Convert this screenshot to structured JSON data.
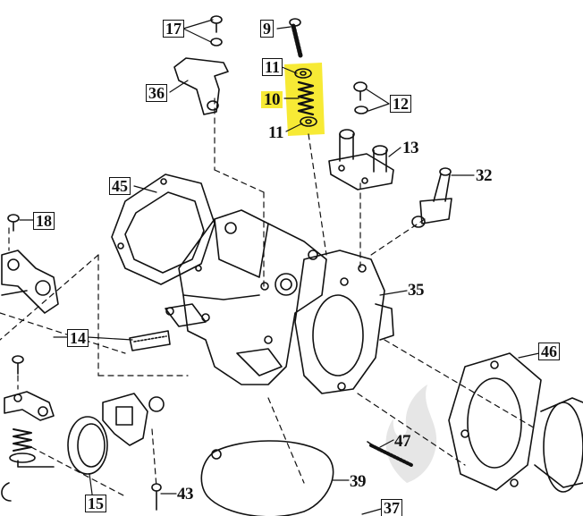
{
  "colors": {
    "line": "#111111",
    "highlight": "#f7ea35",
    "background": "#ffffff",
    "watermark": "#e6e6e6"
  },
  "callouts": {
    "c17": "17",
    "c9": "9",
    "c11_top": "11",
    "c10": "10",
    "c11_bottom": "11",
    "c12": "12",
    "c13": "13",
    "c36": "36",
    "c32": "32",
    "c45": "45",
    "c18": "18",
    "c35": "35",
    "c14": "14",
    "c46": "46",
    "c47": "47",
    "c15": "15",
    "c43": "43",
    "c39": "39",
    "c37": "37"
  },
  "highlighted_parts": [
    "11",
    "10",
    "11"
  ],
  "watermark_icon": "flame-icon"
}
